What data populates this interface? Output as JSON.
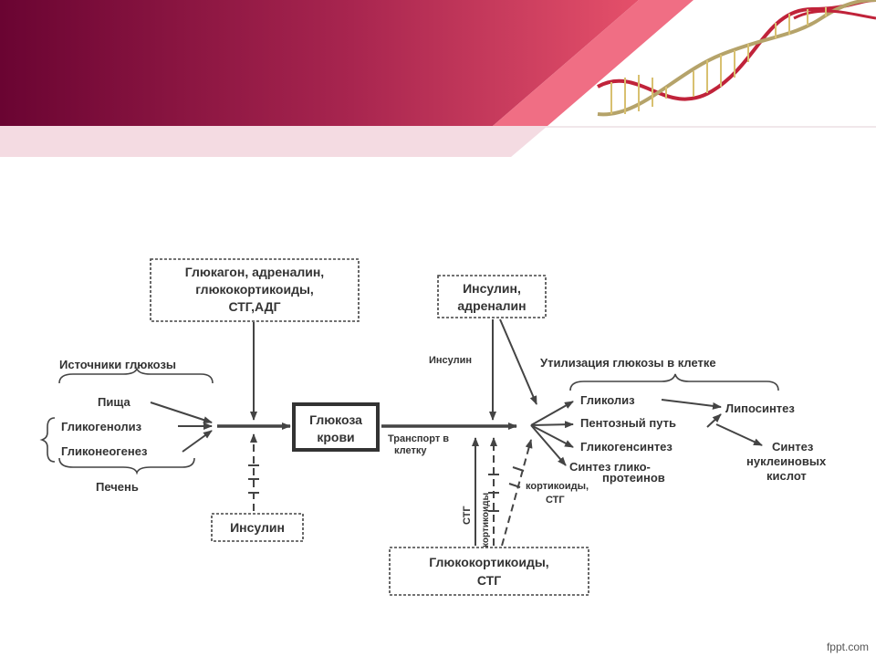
{
  "diagram": {
    "source_box": [
      "Глюкагон, адреналин,",
      "глюкокортикоиды,",
      "СТГ,АДГ"
    ],
    "insulin_adrenalin_box": [
      "Инсулин,",
      "адреналин"
    ],
    "glucose_box": [
      "Глюкоза",
      "крови"
    ],
    "insulin_box": "Инсулин",
    "gluco_box": [
      "Глюкокортикоиды,",
      "СТГ"
    ],
    "sources_title": "Источники глюкозы",
    "sources": [
      "Пища",
      "Гликогенолиз",
      "Гликонеогенез"
    ],
    "liver": "Печень",
    "utilization_title": "Утилизация глюкозы в клетке",
    "utilization": [
      "Гликолиз",
      "Пентозный путь",
      "Гликогенсинтез",
      "Синтез глико-",
      "протеинов"
    ],
    "liposynthesis": "Липосинтез",
    "nucleic": [
      "Синтез",
      "нуклеиновых",
      "кислот"
    ],
    "transport": [
      "Транспорт в",
      "клетку"
    ],
    "insulin_small": "Инсулин",
    "stg_vertical": "СТГ",
    "corticoids_vertical": "кортикоиды",
    "corticoids_stg": [
      "кортикоиды,",
      "СТГ"
    ]
  },
  "footer": "fppt.com",
  "colors": {
    "banner_dark": "#6e0a33",
    "banner_light": "#f0b8c6",
    "banner_pale": "#f7e6ea"
  }
}
